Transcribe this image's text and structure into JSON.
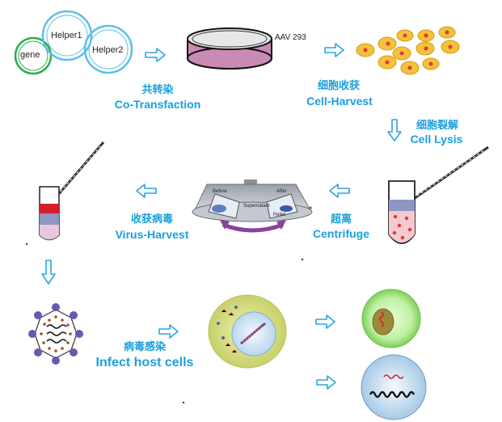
{
  "plasmids": {
    "gene": "gene",
    "helper1": "Helper1",
    "helper2": "Helper2"
  },
  "dish_label": "AAV 293",
  "steps": {
    "transfection": {
      "cn": "共转染",
      "en": "Co-Transfaction"
    },
    "harvest": {
      "cn": "细胞收获",
      "en": "Cell-Harvest"
    },
    "lysis": {
      "cn": "细胞裂解",
      "en": "Cell Lysis"
    },
    "centrifuge": {
      "cn": "超离",
      "en": "Centrifuge"
    },
    "virus_harvest": {
      "cn": "收获病毒",
      "en": "Virus-Harvest"
    },
    "infect": {
      "cn": "病毒感染",
      "en": "Infect host cells"
    }
  },
  "centrifuge_labels": {
    "before": "Before",
    "after": "After",
    "supernatant": "Supernatant",
    "pellet": "Pellet"
  },
  "colors": {
    "arrow": "#2aa6e0",
    "label": "#1aa0de",
    "dish": "#c98ab5",
    "cell": "#f2c23a",
    "nucleus": "#e03a3a"
  }
}
